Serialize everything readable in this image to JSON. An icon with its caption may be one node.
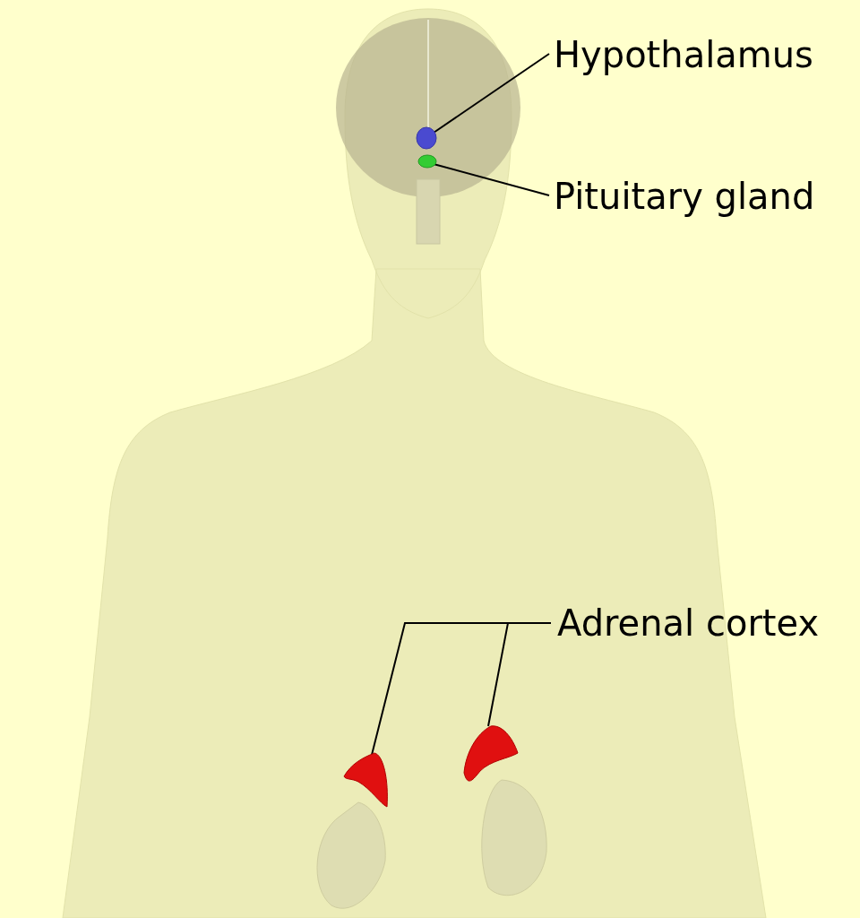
{
  "diagram": {
    "nodes": [
      {
        "text": [
          "Hypothalamus"
        ]
      },
      {
        "text": [
          "Pituitary gland"
        ]
      },
      {
        "text": [
          "Adrenal cortex"
        ]
      },
      {
        "text": [],
        "shape": "circle"
      },
      {
        "text": [],
        "shape": "circle"
      },
      {
        "text": [],
        "shape": "picture"
      },
      {
        "text": [],
        "shape": "picture"
      }
    ],
    "edges": [
      {
        "from": 0,
        "to": 3,
        "arrow": "none"
      },
      {
        "from": 1,
        "to": 4,
        "arrow": "none"
      },
      {
        "from": 2,
        "to": 5,
        "arrow": "none"
      },
      {
        "from": 2,
        "to": 6,
        "arrow": "none"
      }
    ]
  }
}
